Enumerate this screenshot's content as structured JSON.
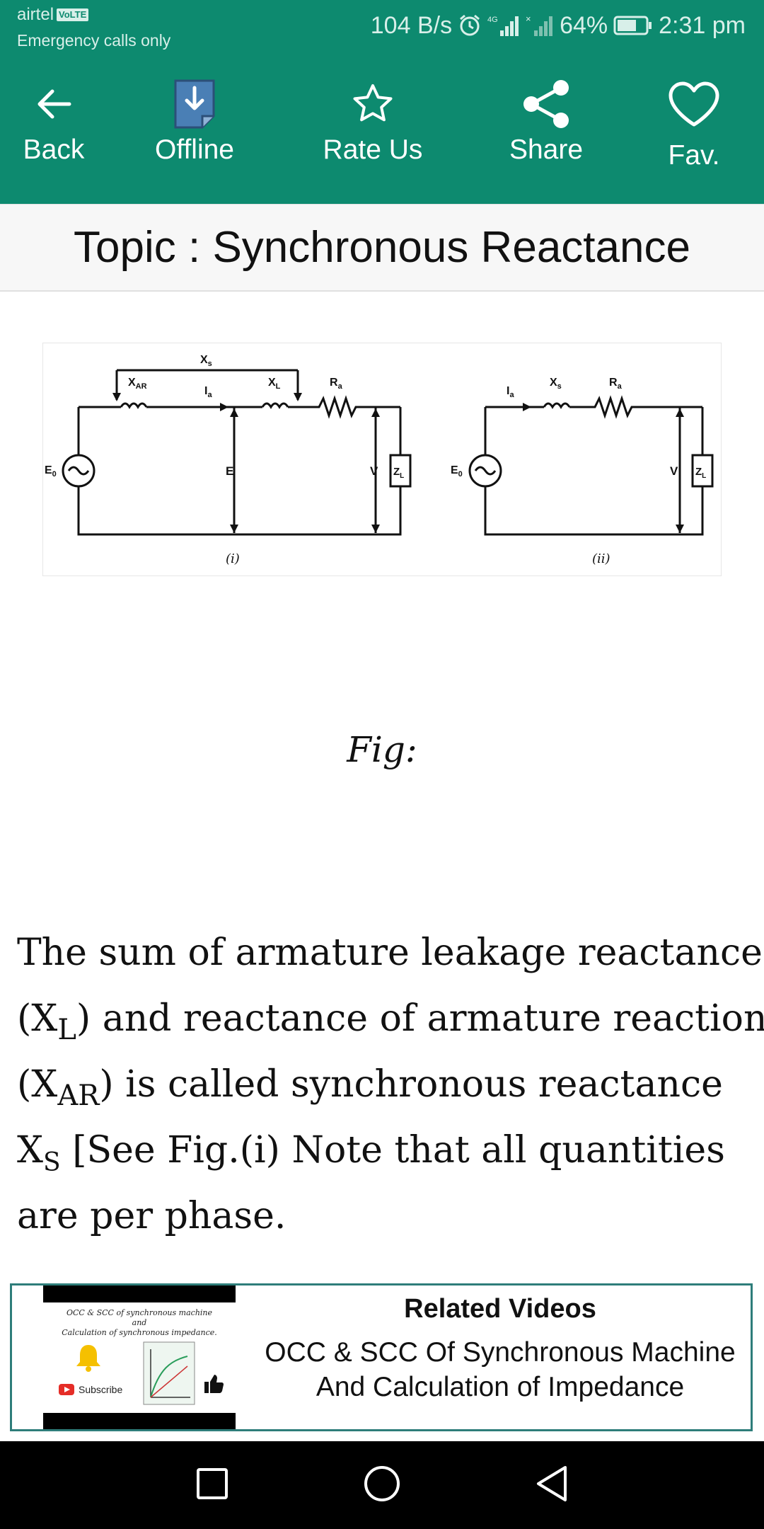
{
  "status_bar": {
    "carrier": "airtel",
    "volte_badge": "VoLTE",
    "emergency": "Emergency calls only",
    "net_speed": "104 B/s",
    "battery": "64%",
    "time": "2:31 pm",
    "icons": [
      "alarm-icon",
      "signal-4g-icon",
      "signal-no-sim-icon",
      "battery-icon"
    ]
  },
  "toolbar": {
    "back_label": "Back",
    "offline_label": "Offline",
    "rate_label": "Rate Us",
    "share_label": "Share",
    "fav_label": "Fav."
  },
  "topic": {
    "title": "Topic : Synchronous Reactance"
  },
  "figure": {
    "labels": {
      "xs": "X",
      "xs_sub": "s",
      "xar": "X",
      "xar_sub": "AR",
      "xl": "X",
      "xl_sub": "L",
      "ra": "R",
      "ra_sub": "a",
      "ia": "I",
      "ia_sub": "a",
      "e0": "E",
      "e0_sub": "0",
      "e": "E",
      "v": "V",
      "zl": "Z",
      "zl_sub": "L",
      "part1": "(i)",
      "part2": "(ii)"
    },
    "caption": "Fig:"
  },
  "content": {
    "line1": "The sum of armature leakage reactance",
    "line2_open": "(X",
    "line2_sub": "L",
    "line2_rest": ") and reactance of armature reaction",
    "line3_open": "(X",
    "line3_sub": "AR",
    "line3_rest": ") is called synchronous reactance",
    "line4_open": "X",
    "line4_sub": "S",
    "line4_rest": " [See Fig.(i) Note that all quantities",
    "line5": "are per phase."
  },
  "related": {
    "title": "Related Videos",
    "description": "OCC & SCC Of Synchronous Machine And Calculation of Impedance",
    "thumb_line1": "OCC & SCC of synchronous machine",
    "thumb_line2": "and",
    "thumb_line3": "Calculation of synchronous impedance.",
    "thumb_subscribe": "Subscribe"
  },
  "nav": {
    "icons": [
      "recent-apps-icon",
      "home-icon",
      "back-triangle-icon"
    ]
  },
  "colors": {
    "primary": "#0d8a6f",
    "related_border": "#2e7d7a"
  }
}
